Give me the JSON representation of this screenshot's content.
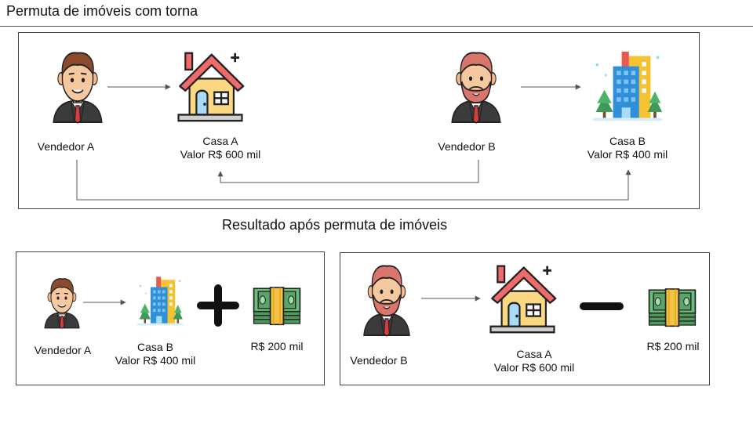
{
  "title": "Permuta de imóveis com torna",
  "subtitle": "Resultado após permuta de imóveis",
  "top": {
    "seller_a": "Vendedor A",
    "seller_b": "Vendedor B",
    "house_a": {
      "name": "Casa A",
      "value": "Valor R$ 600 mil"
    },
    "house_b": {
      "name": "Casa B",
      "value": "Valor R$ 400 mil"
    }
  },
  "left_result": {
    "seller": "Vendedor A",
    "property": {
      "name": "Casa B",
      "value": "Valor R$ 400 mil"
    },
    "operator": "+",
    "money": "R$ 200 mil"
  },
  "right_result": {
    "seller": "Vendedor B",
    "property": {
      "name": "Casa A",
      "value": "Valor R$ 600 mil"
    },
    "operator": "−",
    "money": "R$ 200 mil"
  },
  "icons": [
    "businessman-icon",
    "bearded-businessman-icon",
    "house-icon",
    "building-icon",
    "money-stack-icon",
    "plus-icon",
    "minus-icon"
  ],
  "colors": {
    "roof": "#ef6b6b",
    "wall": "#fbd982",
    "door": "#a9dbf5",
    "suit": "#3b3b3b",
    "tie": "#e03b3b",
    "money": "#5aa469",
    "band": "#f5c242",
    "building_blue": "#2f8fd8",
    "building_yellow": "#f7c22f"
  }
}
